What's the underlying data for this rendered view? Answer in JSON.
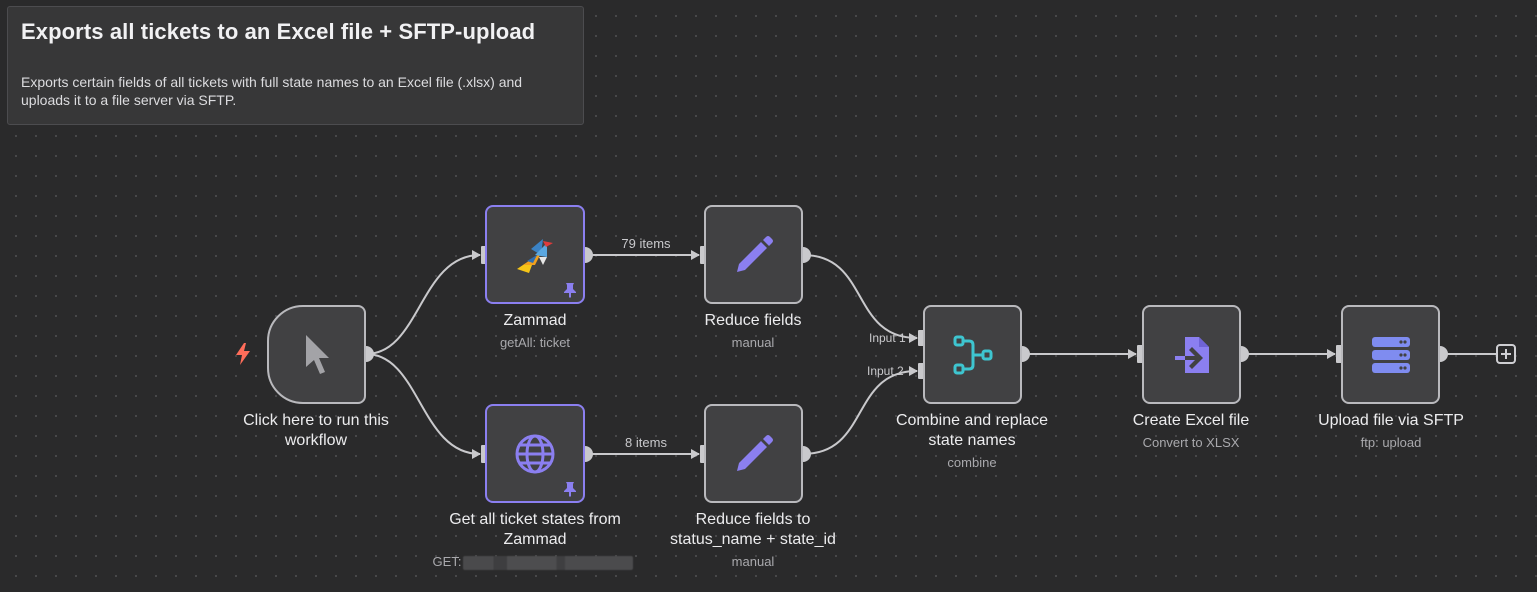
{
  "note": {
    "title": "Exports all tickets to an Excel file + SFTP-upload",
    "body": "Exports certain fields of all tickets with full state names to an Excel file (.xlsx) and uploads it to a file server via SFTP."
  },
  "nodes": {
    "trigger": {
      "label_line1": "Click here to run this",
      "label_line2": "workflow",
      "icon": "cursor-icon"
    },
    "zammad": {
      "label": "Zammad",
      "subtitle": "getAll: ticket",
      "icon": "zammad-bird-icon"
    },
    "get_states": {
      "label_line1": "Get all ticket states from",
      "label_line2": "Zammad",
      "subtitle_prefix": "GET:",
      "icon": "globe-icon"
    },
    "reduce_fields": {
      "label": "Reduce fields",
      "subtitle": "manual",
      "icon": "pencil-icon"
    },
    "reduce_fields_2": {
      "label_line1": "Reduce fields to",
      "label_line2": "status_name + state_id",
      "subtitle": "manual",
      "icon": "pencil-icon"
    },
    "combine": {
      "label_line1": "Combine and replace",
      "label_line2": "state names",
      "subtitle": "combine",
      "input1": "Input 1",
      "input2": "Input 2",
      "icon": "merge-icon"
    },
    "excel": {
      "label": "Create Excel file",
      "subtitle": "Convert to XLSX",
      "icon": "file-import-icon"
    },
    "sftp": {
      "label": "Upload file via SFTP",
      "subtitle": "ftp: upload",
      "icon": "server-icon"
    }
  },
  "connections": {
    "zammad_to_reduce": "79 items",
    "states_to_reduce": "8 items"
  },
  "colors": {
    "accent": "#8b7ff0",
    "trigger_bolt": "#ff6d5a",
    "merge_icon": "#3ec5d0",
    "node_border": "#b9b9bd",
    "canvas": "#2a2a2b"
  }
}
